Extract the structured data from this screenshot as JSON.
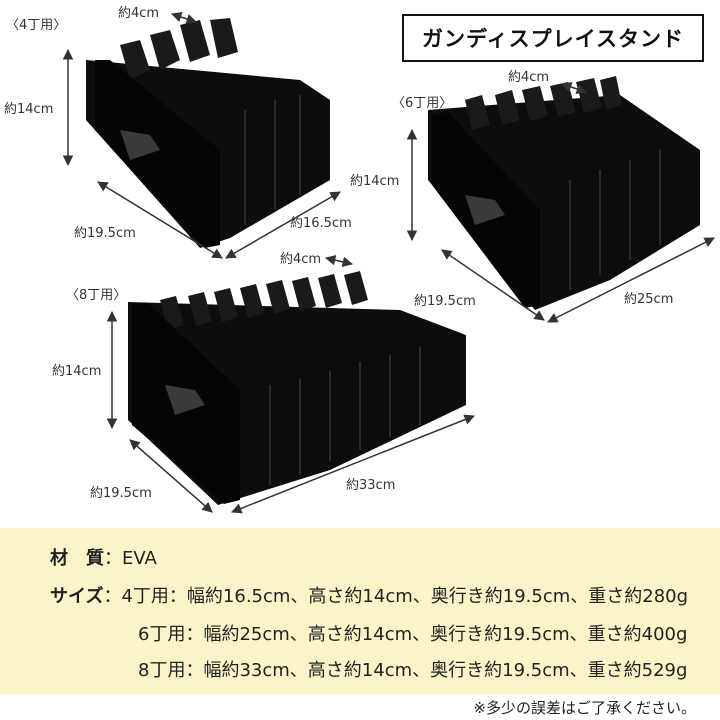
{
  "title": "ガンディスプレイスタンド",
  "stands": [
    {
      "label": "〈4丁用〉",
      "slot": "約4cm",
      "height": "約14cm",
      "depth": "約19.5cm",
      "width": "約16.5cm"
    },
    {
      "label": "〈6丁用〉",
      "slot": "約4cm",
      "height": "約14cm",
      "depth": "約19.5cm",
      "width": "約25cm"
    },
    {
      "label": "〈8丁用〉",
      "slot": "約4cm",
      "height": "約14cm",
      "depth": "約19.5cm",
      "width": "約33cm"
    }
  ],
  "specs": {
    "material_key": "材　質",
    "material_value": "：EVA",
    "size_key": "サイズ",
    "rows": [
      "：4丁用：幅約16.5cm、高さ約14cm、奥行き約19.5cm、重さ約280g",
      "6丁用：幅約25cm、高さ約14cm、奥行き約19.5cm、重さ約400g",
      "8丁用：幅約33cm、高さ約14cm、奥行き約19.5cm、重さ約529g"
    ],
    "note": "※多少の誤差はご了承ください。"
  },
  "colors": {
    "product": "#111111",
    "spec_bg": "#fbf4c9",
    "arrow": "#333333"
  }
}
